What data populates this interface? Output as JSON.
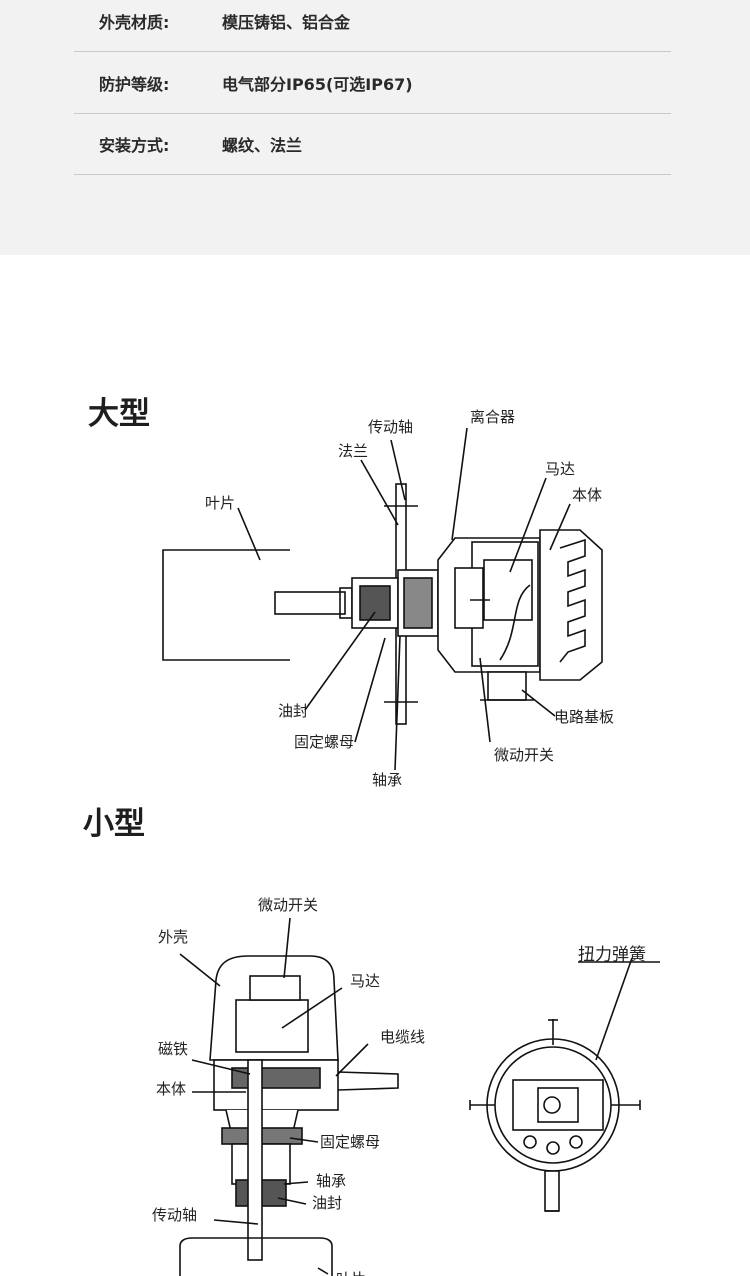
{
  "specs": [
    {
      "label": "外壳材质:",
      "value": "模压铸铝、铝合金"
    },
    {
      "label": "防护等级:",
      "value": "电气部分IP65(可选IP67)"
    },
    {
      "label": "安装方式:",
      "value": "螺纹、法兰"
    }
  ],
  "large": {
    "title": "大型",
    "labels": {
      "shaft": "传动轴",
      "clutch": "离合器",
      "flange": "法兰",
      "motor": "马达",
      "body": "本体",
      "blade": "叶片",
      "oil_seal": "油封",
      "nut": "固定螺母",
      "bearing": "轴承",
      "pcb": "电路基板",
      "microswitch": "微动开关"
    }
  },
  "small": {
    "title": "小型",
    "labels": {
      "microswitch": "微动开关",
      "housing": "外壳",
      "motor": "马达",
      "cable": "电缆线",
      "magnet": "磁铁",
      "body": "本体",
      "nut": "固定螺母",
      "bearing": "轴承",
      "oil_seal": "油封",
      "shaft": "传动轴",
      "blade": "叶片",
      "spring": "扭力弹簧"
    }
  }
}
